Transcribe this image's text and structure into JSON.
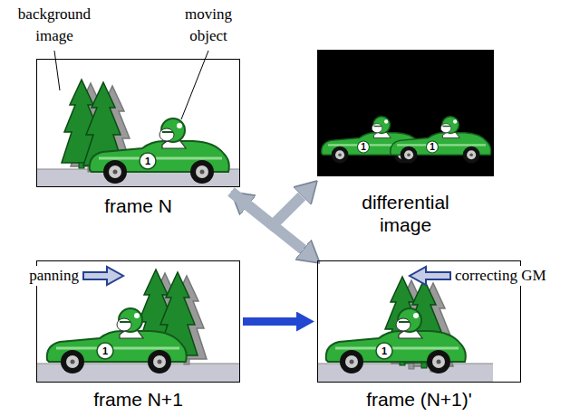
{
  "diagram": {
    "nodes": [
      {
        "text": [
          "frame N"
        ]
      },
      {
        "text": [
          "differential image"
        ]
      },
      {
        "text": [
          "frame N+1"
        ]
      },
      {
        "text": [
          "frame (N+1)'"
        ]
      }
    ],
    "edges": [
      {
        "from": 0,
        "to": 3,
        "arrow": "both"
      },
      {
        "from": 0,
        "to": 1,
        "arrow": "to"
      },
      {
        "from": 2,
        "to": 3,
        "arrow": "to"
      }
    ],
    "labels": [
      "background image",
      "moving object",
      "panning",
      "correcting GM",
      "1",
      "1",
      "1",
      "1",
      "1"
    ]
  }
}
